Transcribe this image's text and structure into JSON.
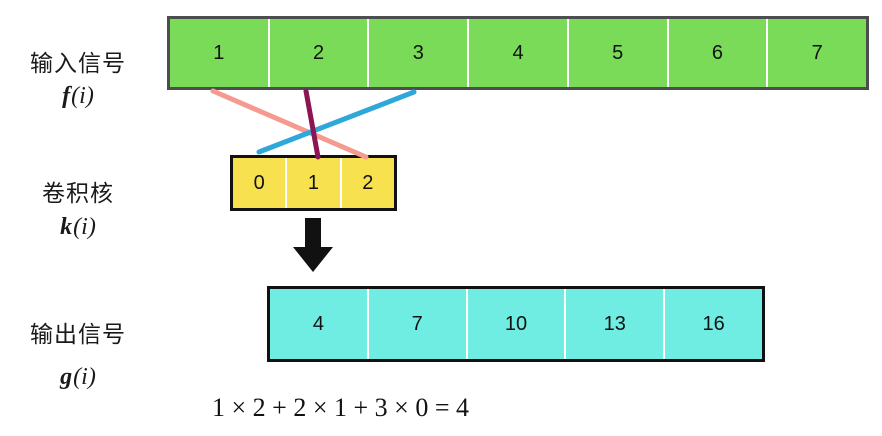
{
  "labels": {
    "input": {
      "name": "输入信号",
      "letter": "f",
      "arg": "(i)"
    },
    "kernel": {
      "name": "卷积核",
      "letter": "k",
      "arg": "(i)"
    },
    "output": {
      "name": "输出信号",
      "letter": "g",
      "arg": "(i)"
    }
  },
  "arrays": {
    "input": {
      "values": [
        "1",
        "2",
        "3",
        "4",
        "5",
        "6",
        "7"
      ],
      "color": "#79db58",
      "border": "#4d4d4d"
    },
    "kernel": {
      "values": [
        "0",
        "1",
        "2"
      ],
      "color": "#f8e14f",
      "border": "#111111"
    },
    "output": {
      "values": [
        "4",
        "7",
        "10",
        "13",
        "16"
      ],
      "color": "#6fede2",
      "border": "#111111"
    }
  },
  "connections": [
    {
      "name": "input-1-to-kernel-2",
      "color": "#f59a90"
    },
    {
      "name": "input-3-to-kernel-0",
      "color": "#2ea7d9"
    },
    {
      "name": "input-2-to-kernel-1",
      "color": "#8b1653"
    }
  ],
  "arrow": {
    "color": "#111111"
  },
  "formula": "1 × 2 + 2 × 1 + 3 × 0 = 4"
}
